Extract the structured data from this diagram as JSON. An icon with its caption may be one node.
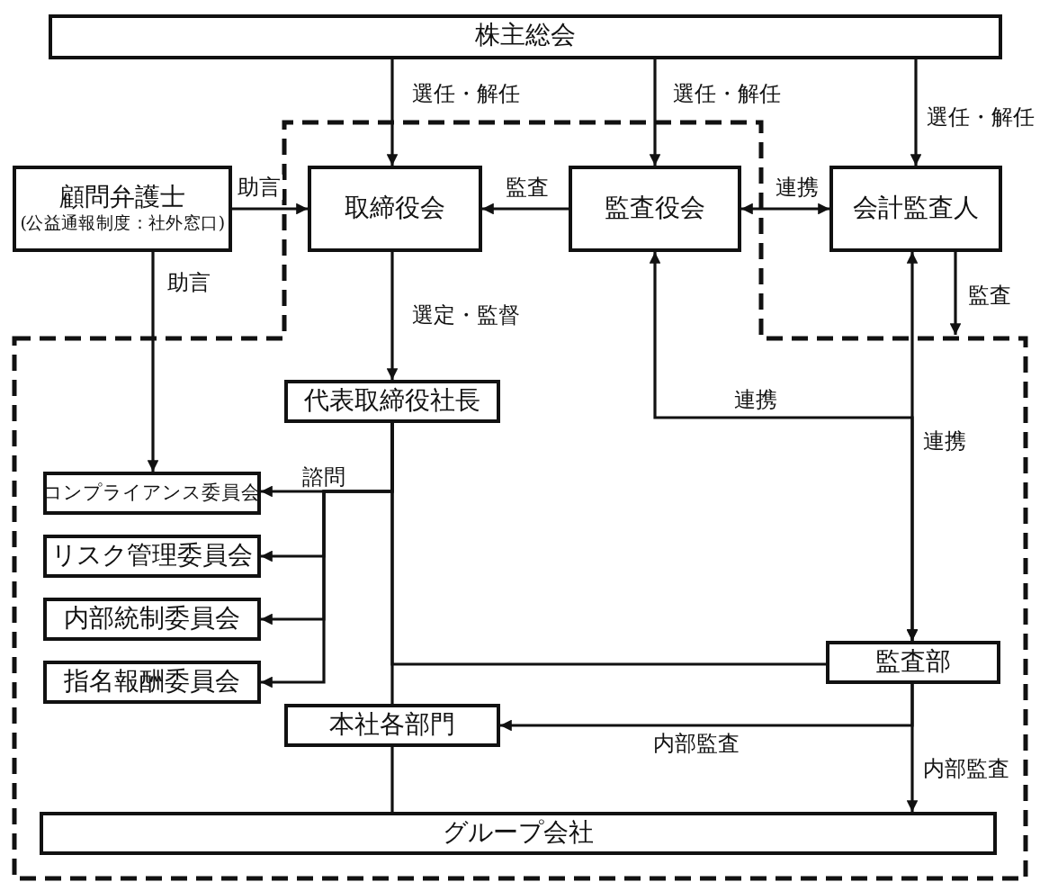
{
  "diagram": {
    "nodes": [
      {
        "text": [
          "株主総会"
        ]
      },
      {
        "text": [
          "顧問弁護士",
          "(公益通報制度：社外窓口)"
        ]
      },
      {
        "text": [
          "取締役会"
        ]
      },
      {
        "text": [
          "監査役会"
        ]
      },
      {
        "text": [
          "会計監査人"
        ]
      },
      {
        "text": [
          "代表取締役社長"
        ]
      },
      {
        "text": [
          "コンプライアンス委員会"
        ]
      },
      {
        "text": [
          "リスク管理委員会"
        ]
      },
      {
        "text": [
          "内部統制委員会"
        ]
      },
      {
        "text": [
          "指名報酬委員会"
        ]
      },
      {
        "text": [
          "本社各部門"
        ]
      },
      {
        "text": [
          "監査部"
        ]
      },
      {
        "text": [
          "グループ会社"
        ]
      }
    ],
    "edges": [
      {
        "from": 0,
        "to": 2,
        "arrow": "to",
        "label": "選任・解任"
      },
      {
        "from": 0,
        "to": 3,
        "arrow": "to",
        "label": "選任・解任"
      },
      {
        "from": 0,
        "to": 4,
        "arrow": "to",
        "label": "選任・解任"
      },
      {
        "from": 1,
        "to": 2,
        "arrow": "to",
        "label": "助言"
      },
      {
        "from": 3,
        "to": 2,
        "arrow": "to",
        "label": "監査"
      },
      {
        "from": 3,
        "to": 4,
        "arrow": "both",
        "label": "連携"
      },
      {
        "from": 1,
        "to": 6,
        "arrow": "to",
        "label": "助言"
      },
      {
        "from": 2,
        "to": 5,
        "arrow": "to",
        "label": "選定・監督"
      },
      {
        "from": 4,
        "to": null,
        "arrow": "to",
        "label": "監査"
      },
      {
        "from": 11,
        "to": 3,
        "arrow": "both",
        "label": "連携"
      },
      {
        "from": 4,
        "to": 11,
        "arrow": "both",
        "label": "連携"
      },
      {
        "from": 5,
        "to": 6,
        "arrow": "to",
        "label": "諮問"
      },
      {
        "from": 5,
        "to": 7,
        "arrow": "to"
      },
      {
        "from": 5,
        "to": 8,
        "arrow": "to"
      },
      {
        "from": 5,
        "to": 9,
        "arrow": "to"
      },
      {
        "from": 5,
        "to": 10,
        "arrow": "none"
      },
      {
        "from": 11,
        "to": 5,
        "arrow": "none"
      },
      {
        "from": 11,
        "to": 10,
        "arrow": "to",
        "label": "内部監査"
      },
      {
        "from": 11,
        "to": 12,
        "arrow": "to",
        "label": "内部監査"
      },
      {
        "from": 10,
        "to": 12,
        "arrow": "none"
      }
    ]
  }
}
